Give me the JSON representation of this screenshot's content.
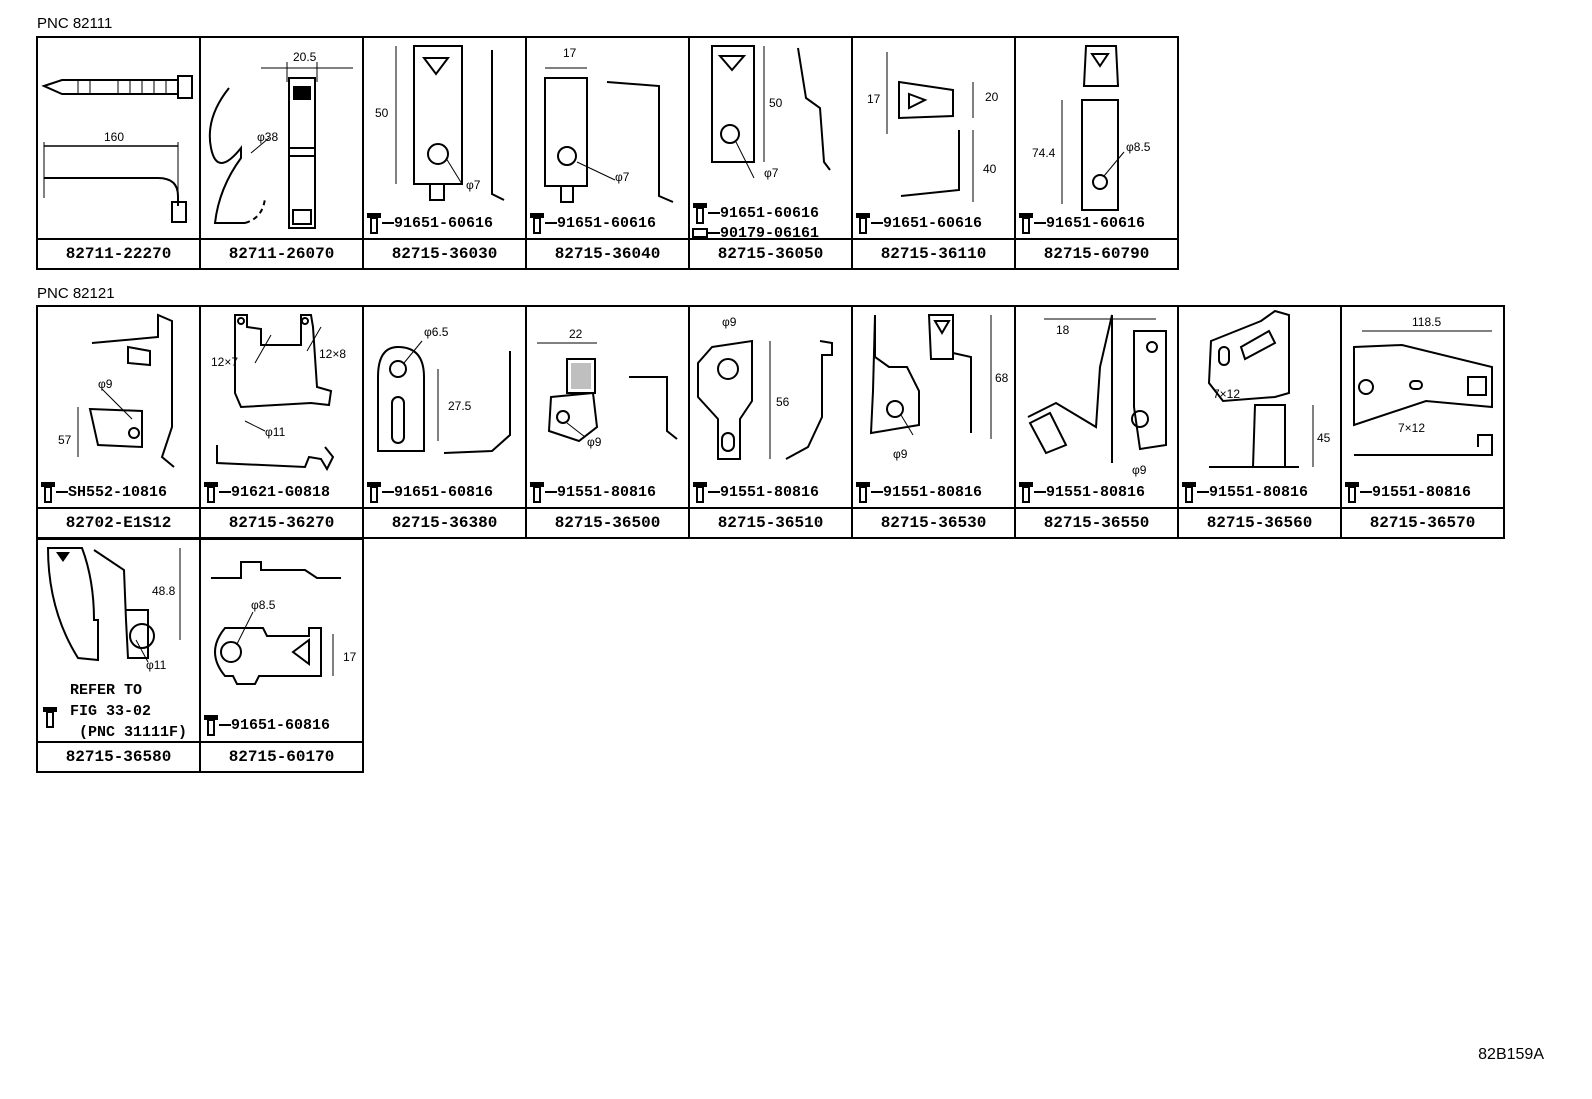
{
  "sections": [
    {
      "label": "PNC 82111",
      "cells": [
        {
          "part": "82711-22270",
          "dims": [
            "160"
          ],
          "bolts": []
        },
        {
          "part": "82711-26070",
          "dims": [
            "20.5",
            "φ38"
          ],
          "bolts": []
        },
        {
          "part": "82715-36030",
          "dims": [
            "50",
            "φ7"
          ],
          "bolts": [
            "91651-60616"
          ]
        },
        {
          "part": "82715-36040",
          "dims": [
            "17",
            "φ7"
          ],
          "bolts": [
            "91651-60616"
          ]
        },
        {
          "part": "82715-36050",
          "dims": [
            "50",
            "φ7"
          ],
          "bolts": [
            "91651-60616",
            "90179-06161"
          ]
        },
        {
          "part": "82715-36110",
          "dims": [
            "17",
            "20",
            "40"
          ],
          "bolts": [
            "91651-60616"
          ]
        },
        {
          "part": "82715-60790",
          "dims": [
            "74.4",
            "φ8.5"
          ],
          "bolts": [
            "91651-60616"
          ]
        }
      ]
    },
    {
      "label": "PNC 82121",
      "cells": [
        {
          "part": "82702-E1S12",
          "dims": [
            "φ9",
            "57"
          ],
          "bolts": [
            "SH552-10816"
          ]
        },
        {
          "part": "82715-36270",
          "dims": [
            "12×7",
            "12×8",
            "φ11"
          ],
          "bolts": [
            "91621-G0818"
          ]
        },
        {
          "part": "82715-36380",
          "dims": [
            "φ6.5",
            "27.5"
          ],
          "bolts": [
            "91651-60816"
          ]
        },
        {
          "part": "82715-36500",
          "dims": [
            "22",
            "φ9"
          ],
          "bolts": [
            "91551-80816"
          ]
        },
        {
          "part": "82715-36510",
          "dims": [
            "φ9",
            "56"
          ],
          "bolts": [
            "91551-80816"
          ]
        },
        {
          "part": "82715-36530",
          "dims": [
            "68",
            "φ9"
          ],
          "bolts": [
            "91551-80816"
          ]
        },
        {
          "part": "82715-36550",
          "dims": [
            "18",
            "φ9"
          ],
          "bolts": [
            "91551-80816"
          ]
        },
        {
          "part": "82715-36560",
          "dims": [
            "7×12",
            "45"
          ],
          "bolts": [
            "91551-80816"
          ]
        },
        {
          "part": "82715-36570",
          "dims": [
            "118.5",
            "7×12"
          ],
          "bolts": [
            "91551-80816"
          ]
        },
        {
          "part": "82715-36580",
          "dims": [
            "48.8",
            "φ11"
          ],
          "bolts": [],
          "refer": "REFER TO\nFIG 33-02\n (PNC 31111F)"
        },
        {
          "part": "82715-60170",
          "dims": [
            "φ8.5",
            "17"
          ],
          "bolts": [
            "91651-60816"
          ]
        }
      ]
    }
  ],
  "figure_code": "82B159A"
}
